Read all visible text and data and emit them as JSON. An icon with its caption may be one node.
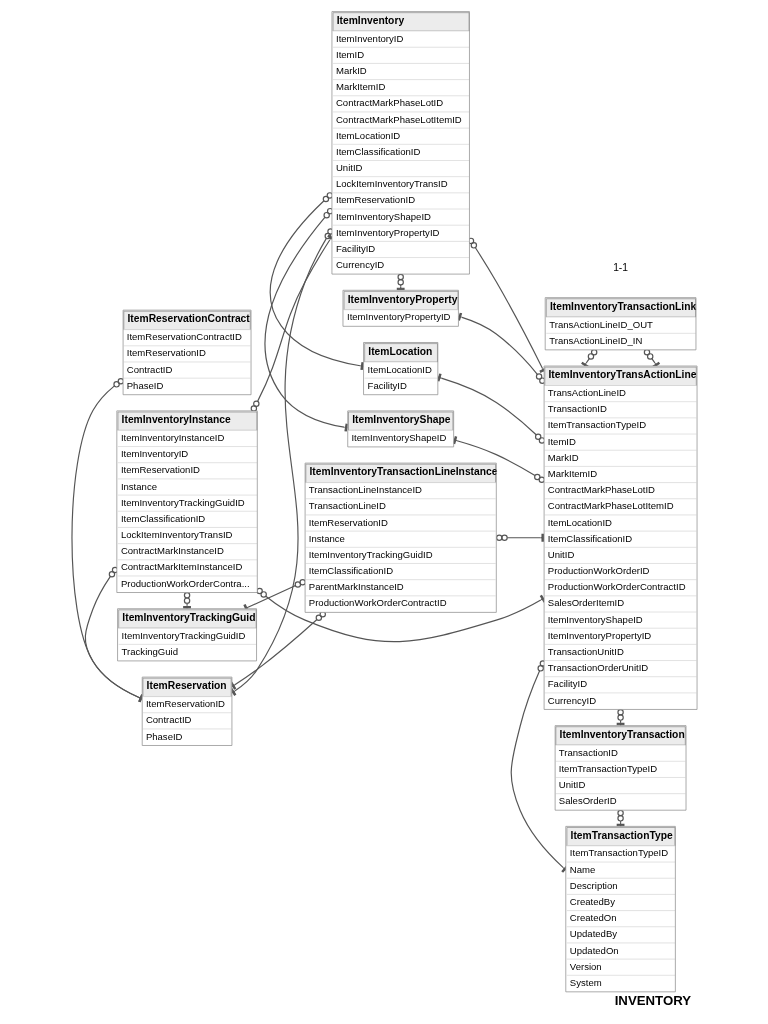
{
  "diagram": {
    "caption": "INVENTORY",
    "nodes": [
      {
        "text": [
          "ItemTransactionType",
          "ItemTransactionTypeID",
          "Name",
          "Description",
          "CreatedBy",
          "CreatedOn",
          "UpdatedBy",
          "UpdatedOn",
          "Version",
          "System"
        ]
      },
      {
        "text": [
          "ItemReservationContract",
          "ItemReservationContractID",
          "ItemReservationID",
          "ContractID",
          "PhaseID"
        ]
      },
      {
        "text": [
          "ItemInventoryTransActionLine",
          "TransActionLineID",
          "TransactionID",
          "ItemTransactionTypeID",
          "ItemID",
          "MarkID",
          "MarkItemID",
          "ContractMarkPhaseLotID",
          "ContractMarkPhaseLotItemID",
          "ItemLocationID",
          "ItemClassificationID",
          "UnitID",
          "ProductionWorkOrderID",
          "ProductionWorkOrderContractID",
          "SalesOrderItemID",
          "ItemInventoryShapeID",
          "ItemInventoryPropertyID",
          "TransactionUnitID",
          "TransactionOrderUnitID",
          "FacilityID",
          "CurrencyID"
        ]
      },
      {
        "text": [
          "ItemInventory",
          "ItemInventoryID",
          "ItemID",
          "MarkID",
          "MarkItemID",
          "ContractMarkPhaseLotID",
          "ContractMarkPhaseLotItemID",
          "ItemLocationID",
          "ItemClassificationID",
          "UnitID",
          "LockItemInventoryTransID",
          "ItemReservationID",
          "ItemInventoryShapeID",
          "ItemInventoryPropertyID",
          "FacilityID",
          "CurrencyID"
        ]
      },
      {
        "text": [
          "ItemReservation",
          "ItemReservationID",
          "ContractID",
          "PhaseID"
        ]
      },
      {
        "text": [
          "ItemInventoryShape",
          "ItemInventoryShapeID"
        ]
      },
      {
        "text": [
          "ItemInventoryTransactionLink",
          "TransActionLineID_OUT",
          "TransActionLineID_IN"
        ]
      },
      {
        "text": [
          "ItemInventoryInstance",
          "ItemInventoryInstanceID",
          "ItemInventoryID",
          "ItemReservationID",
          "Instance",
          "ItemInventoryTrackingGuidID",
          "ItemClassificationID",
          "LockItemInventoryTransID",
          "ContractMarkInstanceID",
          "ContractMarkItemInstanceID",
          "ProductionWorkOrderContra..."
        ]
      },
      {
        "text": [
          "ItemLocation",
          "ItemLocationID",
          "FacilityID"
        ]
      },
      {
        "text": [
          "ItemInventoryTransaction",
          "TransactionID",
          "ItemTransactionTypeID",
          "UnitID",
          "SalesOrderID"
        ]
      },
      {
        "text": [
          "ItemInventoryProperty",
          "ItemInventoryPropertyID"
        ]
      },
      {
        "text": [
          "ItemInventoryTrackingGuid",
          "ItemInventoryTrackingGuidID",
          "TrackingGuid"
        ]
      },
      {
        "text": [
          "ItemInventoryTransactionLineInstance",
          "TransactionLineInstanceID",
          "TransactionLineID",
          "ItemReservationID",
          "Instance",
          "ItemInventoryTrackingGuidID",
          "ItemClassificationID",
          "ParentMarkInstanceID",
          "ProductionWorkOrderContractID"
        ]
      }
    ],
    "edges": [
      {
        "from": 2,
        "to": 0,
        "arrow": "other"
      },
      {
        "from": 1,
        "to": 4,
        "arrow": "other"
      },
      {
        "from": 12,
        "to": 4,
        "arrow": "other"
      },
      {
        "from": 3,
        "to": 4,
        "arrow": "other"
      },
      {
        "from": 3,
        "to": 2,
        "arrow": "other"
      },
      {
        "from": 3,
        "to": 5,
        "arrow": "other"
      },
      {
        "from": 2,
        "to": 5,
        "arrow": "other"
      },
      {
        "from": 6,
        "to": 2,
        "arrow": "other"
      },
      {
        "from": 6,
        "to": 2,
        "arrow": "other"
      },
      {
        "from": 2,
        "to": 10,
        "arrow": "other"
      },
      {
        "from": 7,
        "to": 4,
        "arrow": "other"
      },
      {
        "from": 7,
        "to": 3,
        "arrow": "other"
      },
      {
        "from": 3,
        "to": 8,
        "arrow": "other"
      },
      {
        "from": 2,
        "to": 8,
        "arrow": "other"
      },
      {
        "from": 7,
        "to": 2,
        "arrow": "other"
      },
      {
        "from": 2,
        "to": 9,
        "arrow": "other"
      },
      {
        "from": 3,
        "to": 10,
        "arrow": "other"
      },
      {
        "from": 9,
        "to": 0,
        "arrow": "other"
      },
      {
        "from": 12,
        "to": 2,
        "arrow": "other"
      },
      {
        "from": 7,
        "to": 11,
        "arrow": "other"
      },
      {
        "from": 12,
        "to": 11,
        "arrow": "other"
      }
    ],
    "labels": [
      "1-1"
    ]
  }
}
